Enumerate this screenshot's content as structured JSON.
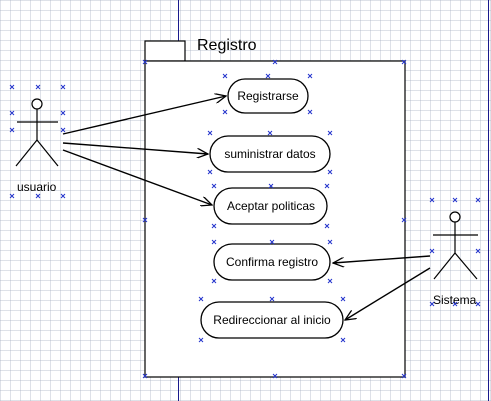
{
  "package": {
    "title": "Registro"
  },
  "actors": [
    {
      "id": "usuario",
      "label": "usuario"
    },
    {
      "id": "sistema",
      "label": "Sistema"
    }
  ],
  "use_cases": [
    {
      "id": "uc1",
      "label": "Registrarse"
    },
    {
      "id": "uc2",
      "label": "suministrar datos"
    },
    {
      "id": "uc3",
      "label": "Aceptar politicas"
    },
    {
      "id": "uc4",
      "label": "Confirma registro"
    },
    {
      "id": "uc5",
      "label": "Redireccionar al inicio"
    }
  ],
  "associations": [
    {
      "from": "usuario",
      "to": "uc1"
    },
    {
      "from": "usuario",
      "to": "uc2"
    },
    {
      "from": "usuario",
      "to": "uc3"
    },
    {
      "from": "sistema",
      "to": "uc4"
    },
    {
      "from": "sistema",
      "to": "uc5"
    }
  ],
  "colors": {
    "line": "#000000",
    "grid": "#a0aabe",
    "selection_marks": "#2233cc",
    "page_border": "#1a1a8c"
  }
}
